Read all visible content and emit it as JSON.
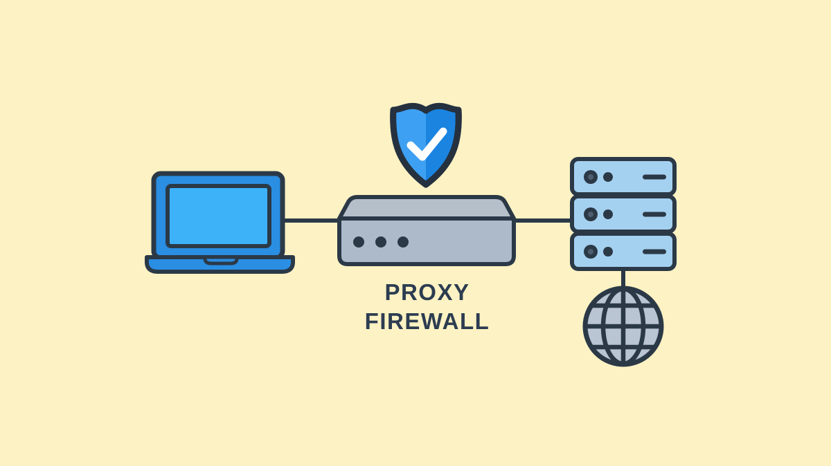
{
  "diagram": {
    "title_label": {
      "line1": "PROXY",
      "line2": "FIREWALL"
    },
    "nodes": [
      {
        "id": "client",
        "icon": "laptop-icon"
      },
      {
        "id": "proxy",
        "icon": "proxy-appliance-icon",
        "badge": "shield-check-icon",
        "indicator_dots": 3
      },
      {
        "id": "servers",
        "icon": "server-stack-icon",
        "units": 3
      },
      {
        "id": "internet",
        "icon": "globe-icon"
      }
    ],
    "connections": [
      {
        "from": "client",
        "to": "proxy"
      },
      {
        "from": "proxy",
        "to": "servers"
      },
      {
        "from": "servers",
        "to": "internet"
      }
    ]
  },
  "colors": {
    "background": "#fdf2c3",
    "outline": "#2b3947",
    "laptop_frame": "#2a8ee3",
    "laptop_screen": "#3db2f8",
    "shield_left": "#3ea0f2",
    "shield_right": "#1b84e0",
    "checkmark": "#ffffff",
    "proxy_lid": "#b5bfca",
    "proxy_body": "#adbac9",
    "server_fill": "#a5d1f1",
    "globe_fill": "#b9c5d3",
    "label_text": "#2c3c51"
  }
}
